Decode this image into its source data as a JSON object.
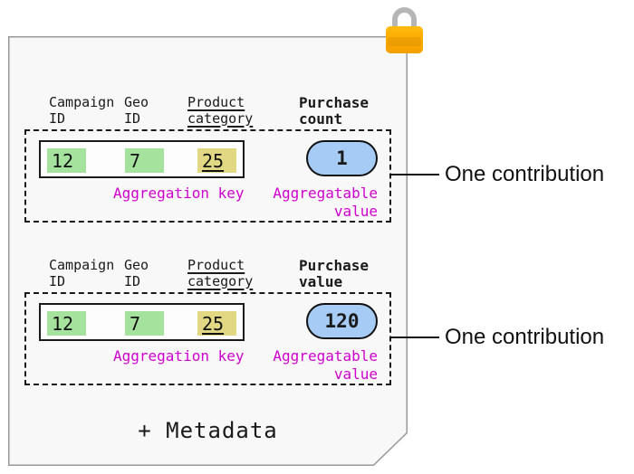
{
  "document": {
    "metadata_label": "+ Metadata",
    "lock_icon": "padlock-icon"
  },
  "colors": {
    "doc_fill": "#f8f8f8",
    "doc_border": "#999999",
    "green_chip": "#a4e29d",
    "khaki_chip": "#e2d883",
    "blue_pill": "#a6ccf6",
    "magenta_label": "#cf00cf",
    "lock_body_orange": "#fcad02",
    "lock_shackle_gray": "#b6b6b6"
  },
  "contributions": [
    {
      "key_columns": [
        {
          "header_line1": "Campaign",
          "header_line2": "ID",
          "value": "12"
        },
        {
          "header_line1": "Geo",
          "header_line2": "ID",
          "value": "7"
        },
        {
          "header_line1": "Product",
          "header_line2": "category",
          "value": "25"
        }
      ],
      "value_column": {
        "header_line1": "Purchase",
        "header_line2": "count",
        "value": "1"
      },
      "aggregation_key_label": "Aggregation key",
      "aggregatable_value_line1": "Aggregatable",
      "aggregatable_value_line2": "value",
      "callout_label": "One contribution"
    },
    {
      "key_columns": [
        {
          "header_line1": "Campaign",
          "header_line2": "ID",
          "value": "12"
        },
        {
          "header_line1": "Geo",
          "header_line2": "ID",
          "value": "7"
        },
        {
          "header_line1": "Product",
          "header_line2": "category",
          "value": "25"
        }
      ],
      "value_column": {
        "header_line1": "Purchase",
        "header_line2": "value",
        "value": "120"
      },
      "aggregation_key_label": "Aggregation key",
      "aggregatable_value_line1": "Aggregatable",
      "aggregatable_value_line2": "value",
      "callout_label": "One contribution"
    }
  ]
}
